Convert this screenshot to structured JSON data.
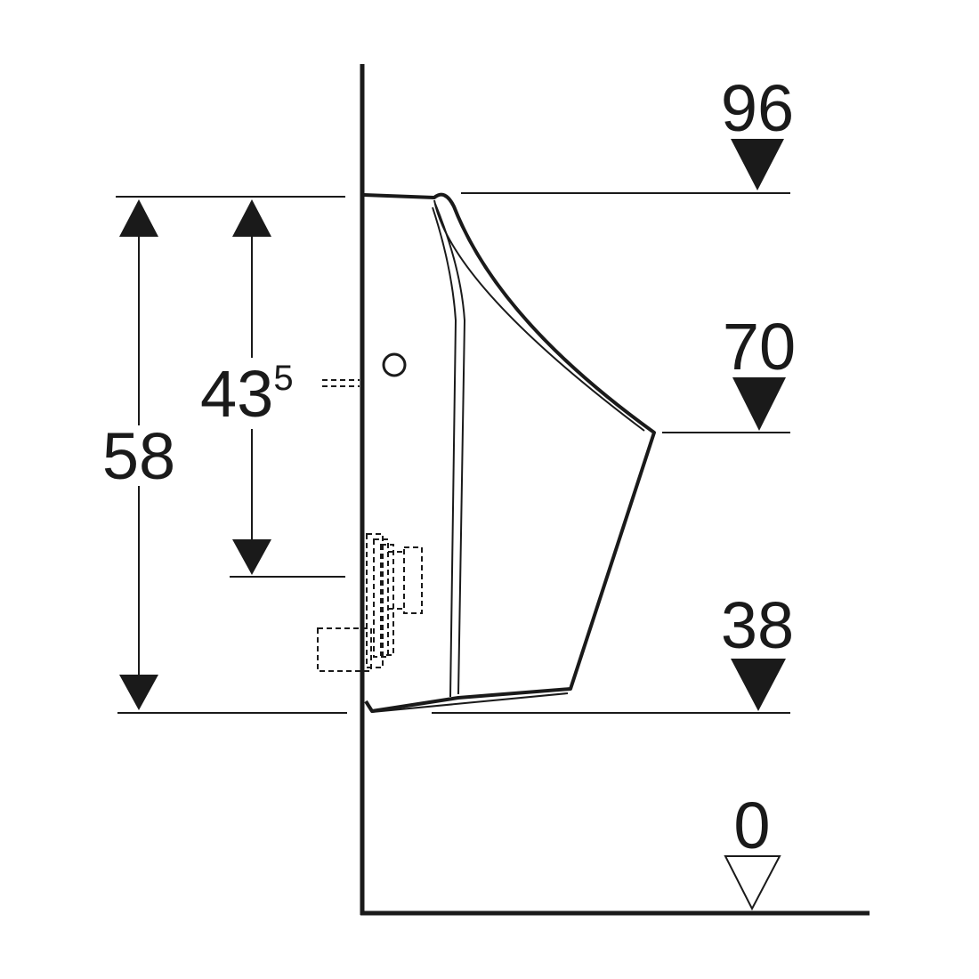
{
  "colors": {
    "ink": "#1a1a1a",
    "background": "#ffffff"
  },
  "dimensions": {
    "overall_height": "58",
    "outlet_height_main": "43",
    "outlet_height_sup": "5"
  },
  "levels": {
    "top": "96",
    "mid": "70",
    "rim": "38",
    "floor": "0"
  }
}
